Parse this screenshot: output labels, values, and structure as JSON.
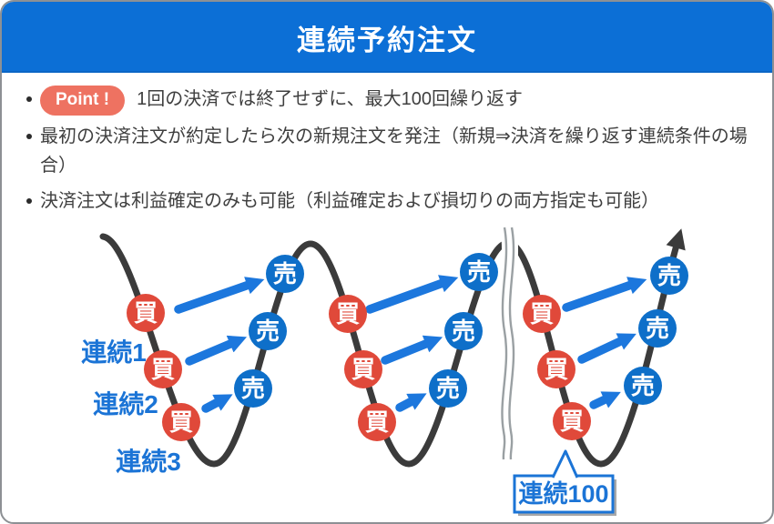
{
  "theme": {
    "header-bg": "#0c6fd6",
    "badge-bg": "#ee7261",
    "buy": "#e0493a",
    "sell": "#0e6fc9",
    "arrow": "#1c77dd",
    "curve": "#3b3b3b",
    "label-blue": "#1b74d6",
    "body-text": "#3f3f3f",
    "border-gray": "#8d9094"
  },
  "header": {
    "title": "連続予約注文"
  },
  "bullets": {
    "point_badge": "Point !",
    "items": [
      "1回の決済では終了せずに、最大100回繰り返す",
      "最初の決済注文が約定したら次の新規注文を発注（新規⇒決済を繰り返す連続条件の場合）",
      "決済注文は利益確定のみも可能（利益確定および損切りの両方指定も可能）"
    ]
  },
  "diagram": {
    "buy_label": "買",
    "sell_label": "売",
    "sequence_labels": [
      "連続1",
      "連続2",
      "連続3"
    ],
    "callout_label": "連続100"
  }
}
